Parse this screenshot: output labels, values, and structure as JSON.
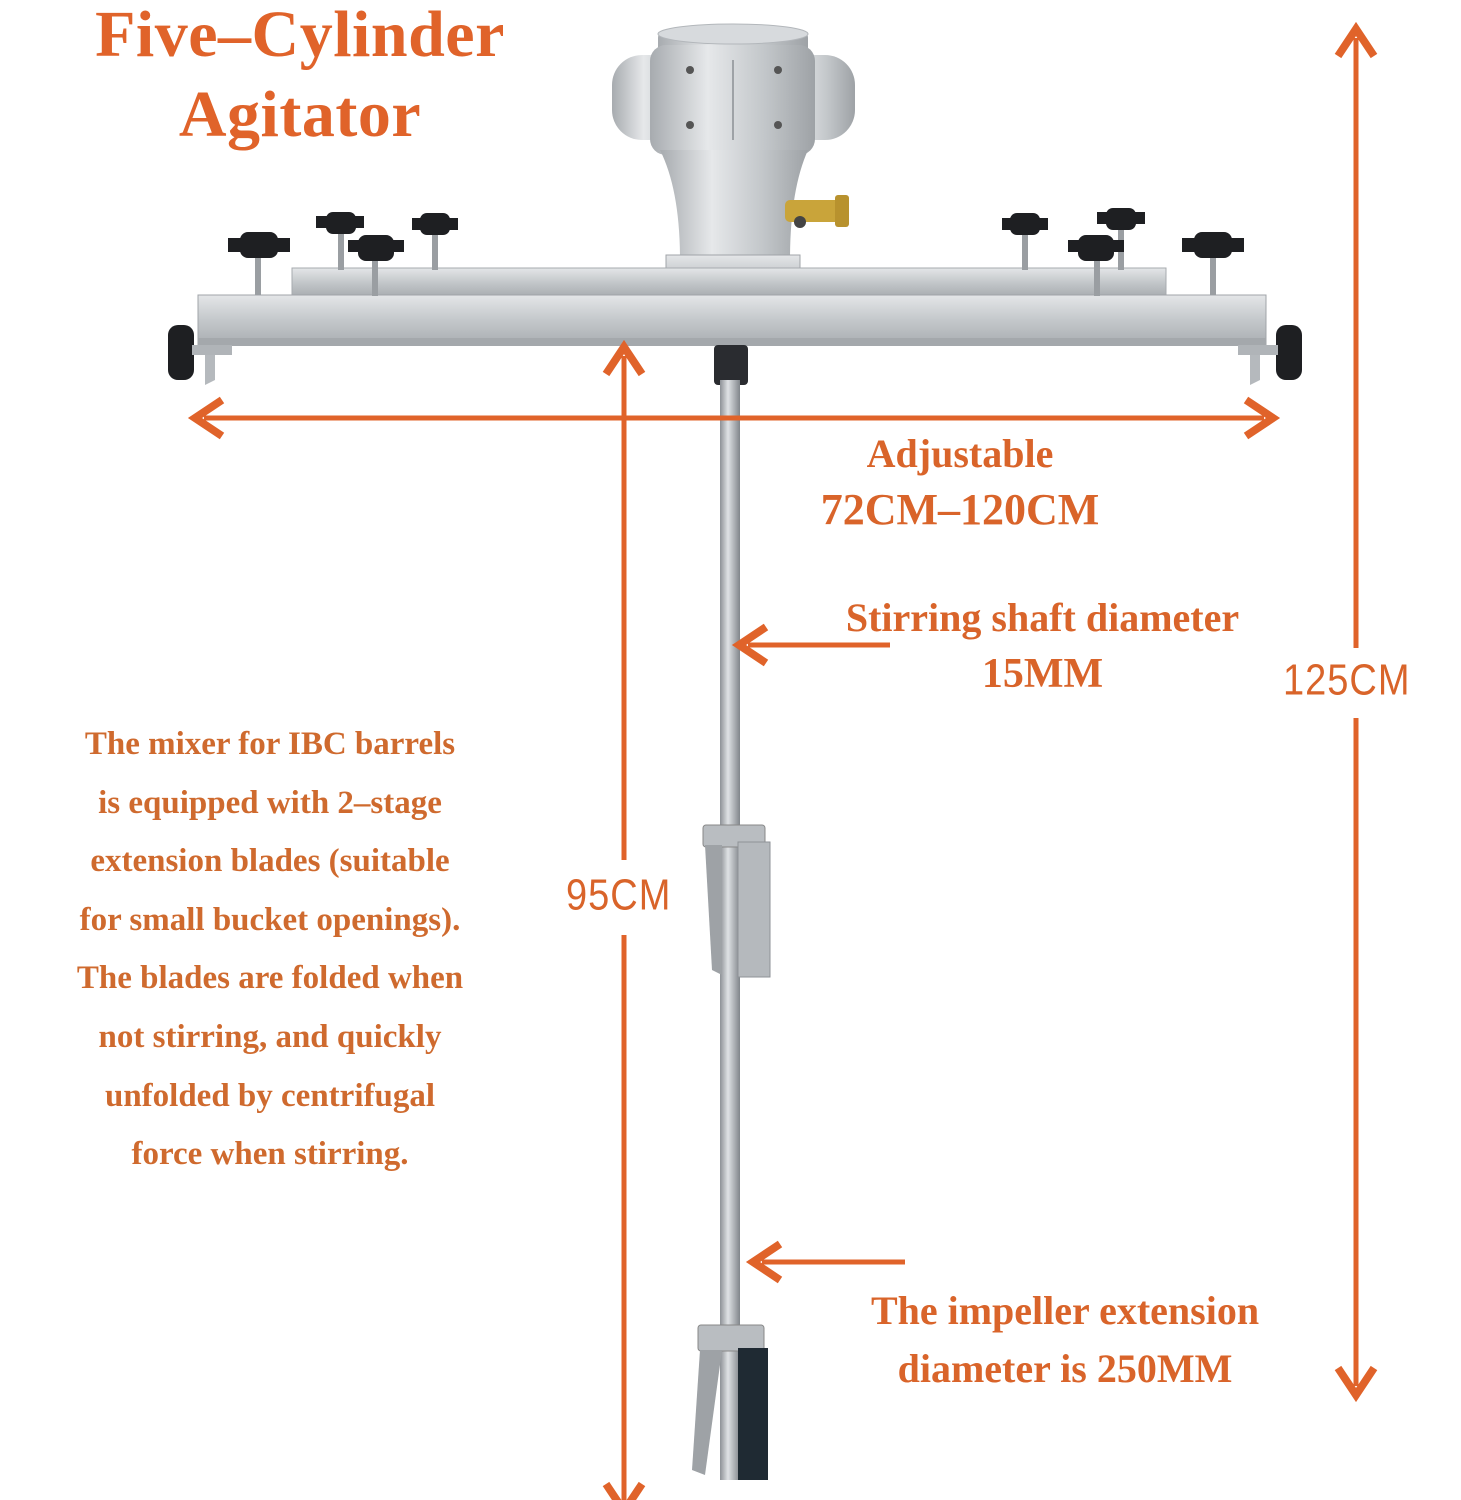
{
  "title": {
    "line1": "Five–Cylinder",
    "line2": "Agitator"
  },
  "dimensions": {
    "width_label_line1": "Adjustable",
    "width_label_line2": "72CM–120CM",
    "total_height": "125CM",
    "shaft_length": "95CM",
    "shaft_diameter_line1": "Stirring shaft diameter",
    "shaft_diameter_line2": "15MM",
    "impeller_line1": "The impeller extension",
    "impeller_line2": "diameter is 250MM"
  },
  "description": {
    "lines": [
      "The mixer for IBC barrels",
      "is equipped with 2–stage",
      "extension blades (suitable",
      "for small bucket openings).",
      "The blades are folded when",
      "not stirring, and quickly",
      "unfolded by centrifugal",
      "force when stirring."
    ]
  },
  "colors": {
    "accent_orange": "#e0632a",
    "text_orange": "#d9642a",
    "metal_silver": "#c9ccce",
    "knob_black": "#1e1f22",
    "brass": "#c9a43a"
  }
}
